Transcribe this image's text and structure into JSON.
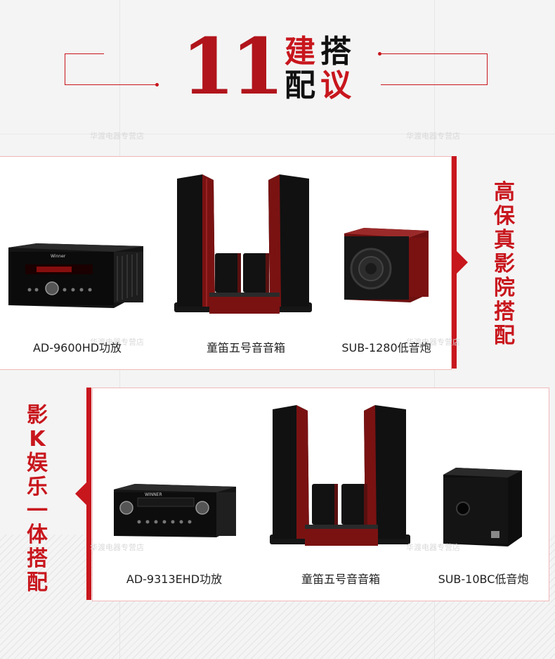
{
  "header": {
    "number": "11",
    "title_chars": [
      "建",
      "搭",
      "配",
      "议"
    ],
    "watermark": "华渡电器专营店"
  },
  "section1": {
    "label_chars": [
      "高",
      "保",
      "真",
      "影",
      "院",
      "搭",
      "配"
    ],
    "products": [
      {
        "name": "AD-9600HD功放",
        "brand_text": "Winner"
      },
      {
        "name": "童笛五号音音箱"
      },
      {
        "name": "SUB-1280低音炮"
      }
    ]
  },
  "section2": {
    "label_chars": [
      "影",
      "K",
      "娱",
      "乐",
      "一",
      "体",
      "搭",
      "配"
    ],
    "products": [
      {
        "name": "AD-9313EHD功放",
        "brand_text": "WINNER"
      },
      {
        "name": "童笛五号音音箱"
      },
      {
        "name": "SUB-10BC低音炮"
      }
    ]
  },
  "colors": {
    "accent": "#c8161d",
    "dark": "#111111",
    "wood": "#7a1212"
  }
}
